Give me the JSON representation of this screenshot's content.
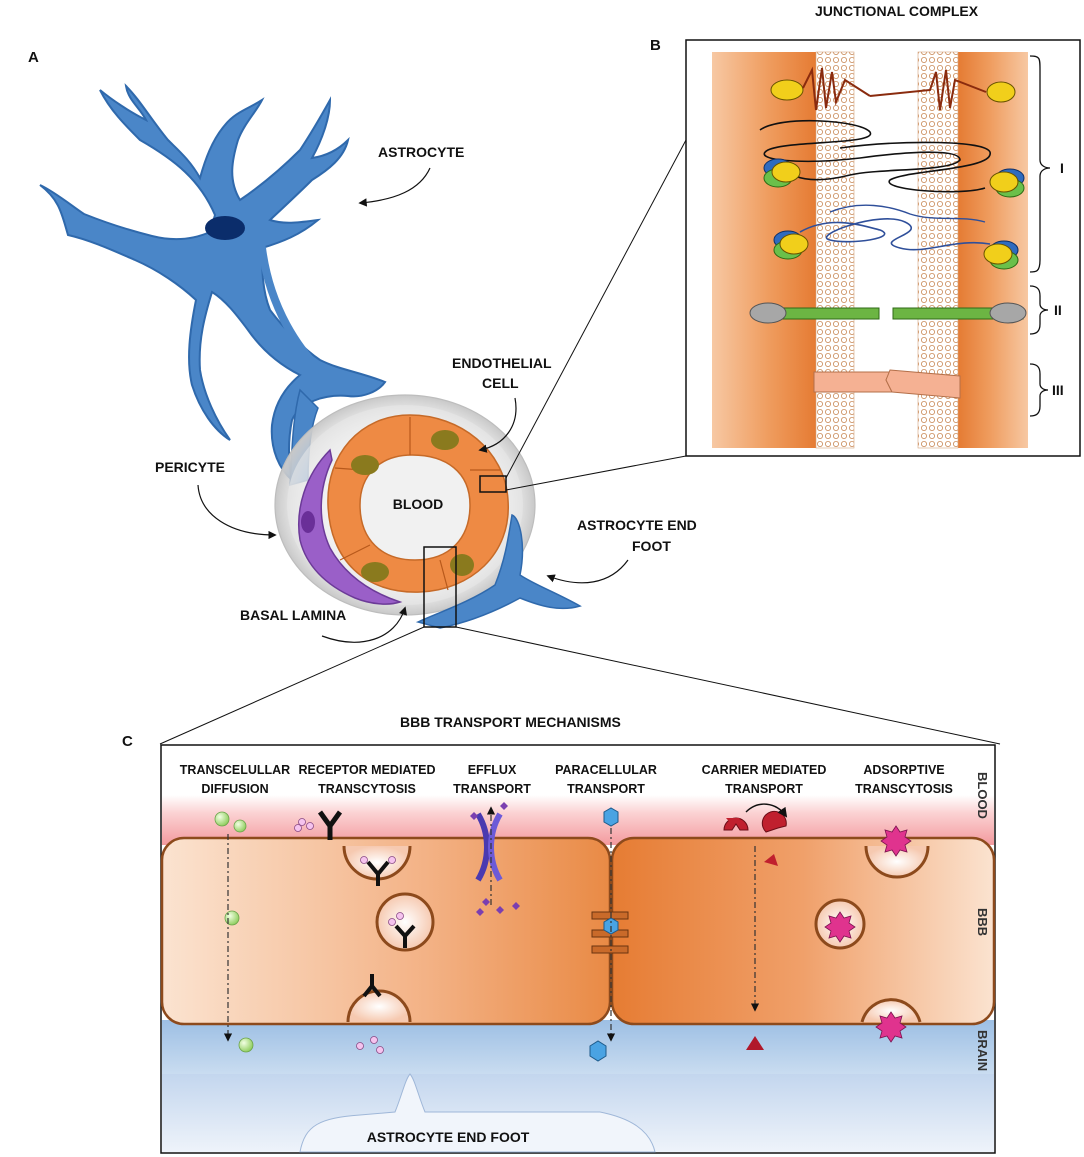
{
  "panels": {
    "a": {
      "letter": "A"
    },
    "b": {
      "letter": "B",
      "title": "JUNCTIONAL COMPLEX",
      "brackets": [
        "I",
        "II",
        "III"
      ]
    },
    "c": {
      "letter": "C",
      "title": "BBB TRANSPORT MECHANISMS"
    }
  },
  "labels": {
    "astrocyte": "ASTROCYTE",
    "endothelial_1": "ENDOTHELIAL",
    "endothelial_2": "CELL",
    "pericyte": "PERICYTE",
    "blood": "BLOOD",
    "end_foot_1": "ASTROCYTE END",
    "end_foot_2": "FOOT",
    "basal_lamina": "BASAL LAMINA"
  },
  "mechanisms": [
    {
      "line1": "TRANSCELULLAR",
      "line2": "DIFFUSION"
    },
    {
      "line1": "RECEPTOR MEDIATED",
      "line2": "TRANSCYTOSIS"
    },
    {
      "line1": "EFFLUX",
      "line2": "TRANSPORT"
    },
    {
      "line1": "PARACELLULAR",
      "line2": "TRANSPORT"
    },
    {
      "line1": "CARRIER MEDIATED",
      "line2": "TRANSPORT"
    },
    {
      "line1": "ADSORPTIVE",
      "line2": "TRANSCYTOSIS"
    }
  ],
  "side_labels": {
    "blood": "BLOOD",
    "bbb": "BBB",
    "brain": "BRAIN"
  },
  "bottom_label": "ASTROCYTE END FOOT",
  "colors": {
    "astrocyte": "#4a86c8",
    "nucleus": "#0b2d6b",
    "endothelial": "#ee8a44",
    "endo_nucleus": "#8a7a1e",
    "pericyte": "#9a5fc8",
    "cell_orange": "#e98a45",
    "blood_pink": "#f3a0a3",
    "brain_blue": "#a9c6e6"
  }
}
